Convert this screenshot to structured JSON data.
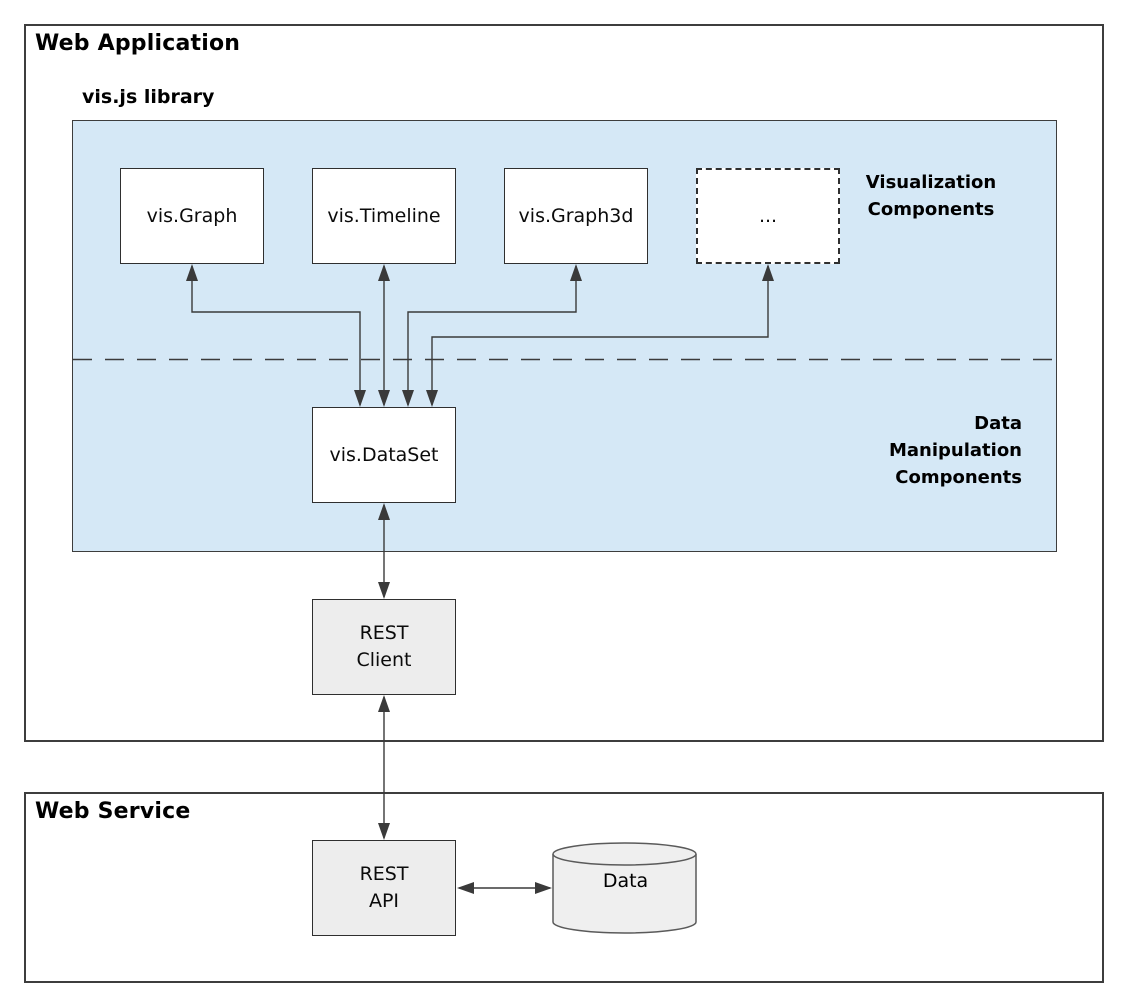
{
  "colors": {
    "library_fill": "#d5e8f6",
    "module_fill": "#ededed",
    "box_fill": "#ffffff",
    "border": "#3d3d3d",
    "arrow": "#3a3a3a",
    "text": "#000000"
  },
  "web_application": {
    "title": "Web Application"
  },
  "library": {
    "title": "vis.js library",
    "boxes": {
      "graph": "vis.Graph",
      "timeline": "vis.Timeline",
      "graph3d": "vis.Graph3d",
      "more": "...",
      "dataset": "vis.DataSet"
    },
    "section_labels": {
      "visualization": {
        "line1": "Visualization",
        "line2": "Components"
      },
      "data_manipulation": {
        "line1": "Data",
        "line2": "Manipulation",
        "line3": "Components"
      }
    }
  },
  "rest_client": {
    "line1": "REST",
    "line2": "Client"
  },
  "web_service": {
    "title": "Web Service",
    "rest_api": {
      "line1": "REST",
      "line2": "API"
    },
    "data_store": {
      "label": "Data"
    }
  }
}
